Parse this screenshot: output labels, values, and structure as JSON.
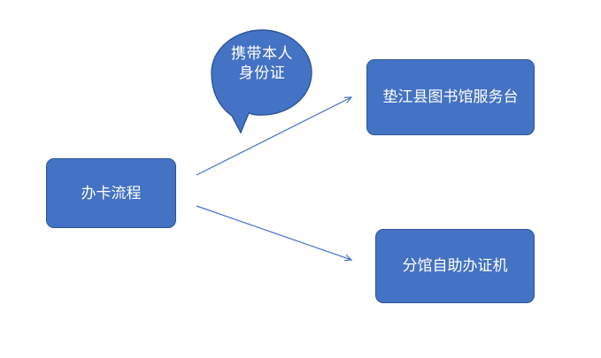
{
  "diagram": {
    "start": "办卡流程",
    "note": "携带本人身份证",
    "targets": [
      {
        "label": "垫江县图书馆服务台"
      },
      {
        "label": "分馆自助办证机"
      }
    ]
  },
  "colors": {
    "node_fill": "#4472c4",
    "node_border": "#2f5597",
    "arrow": "#4472c4",
    "text": "#ffffff"
  }
}
